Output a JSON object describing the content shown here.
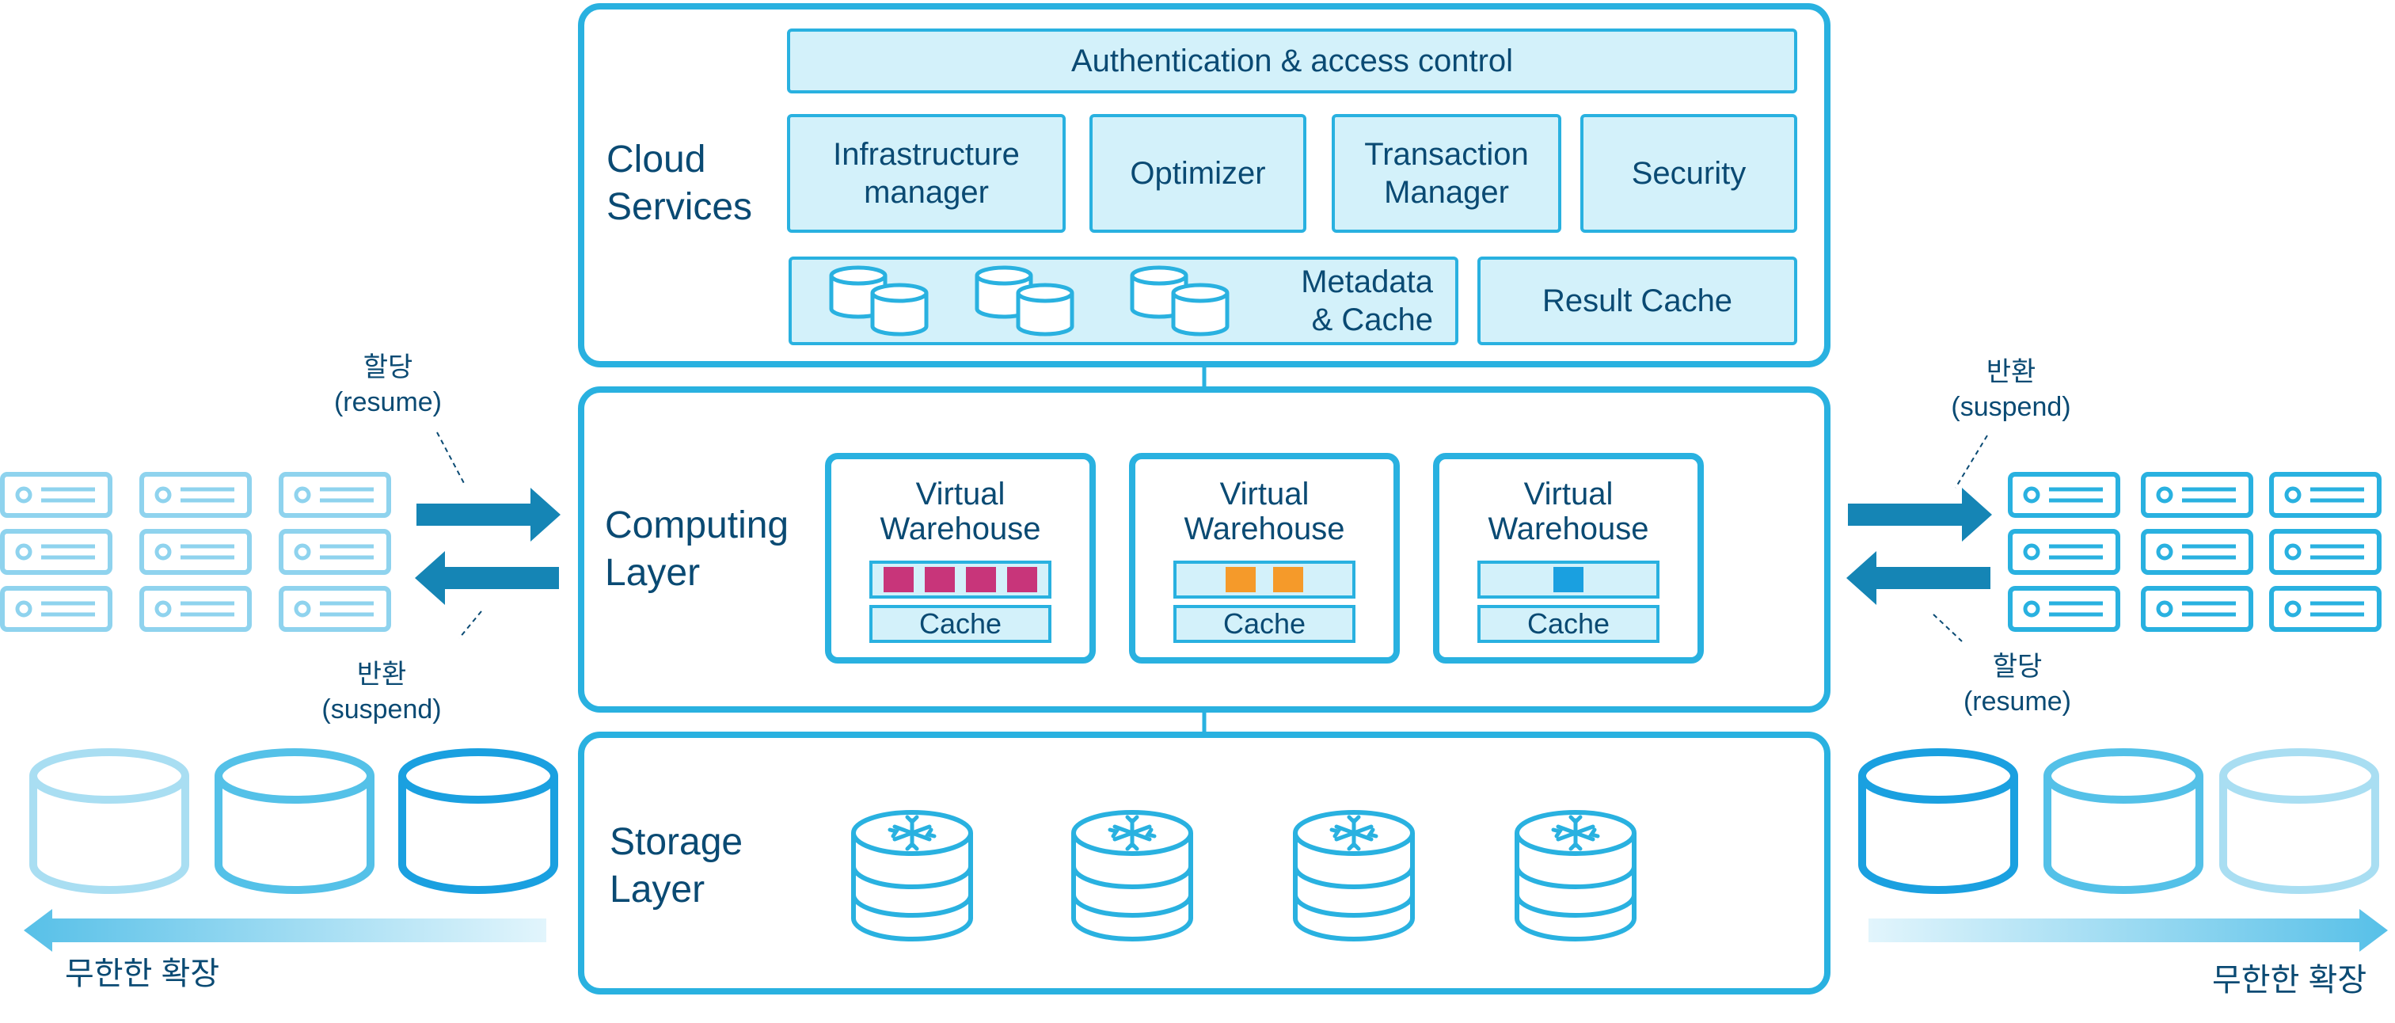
{
  "colors": {
    "accent": "#29b1e0",
    "light_fill": "#d3f1fa",
    "text": "#0a4a73",
    "arrow": "#1585b5",
    "magenta": "#c8357a",
    "orange": "#f59a2a",
    "blue_square": "#1aa0e0"
  },
  "cloud_services": {
    "label_line1": "Cloud",
    "label_line2": "Services",
    "auth": "Authentication & access control",
    "infra_line1": "Infrastructure",
    "infra_line2": "manager",
    "optimizer": "Optimizer",
    "tx_line1": "Transaction",
    "tx_line2": "Manager",
    "security": "Security",
    "metadata_line1": "Metadata",
    "metadata_line2": "& Cache",
    "result_cache": "Result Cache"
  },
  "computing": {
    "label_line1": "Computing",
    "label_line2": "Layer",
    "warehouses": [
      {
        "title_line1": "Virtual",
        "title_line2": "Warehouse",
        "cache": "Cache",
        "slots": 4,
        "slot_color": "magenta"
      },
      {
        "title_line1": "Virtual",
        "title_line2": "Warehouse",
        "cache": "Cache",
        "slots": 2,
        "slot_color": "orange"
      },
      {
        "title_line1": "Virtual",
        "title_line2": "Warehouse",
        "cache": "Cache",
        "slots": 1,
        "slot_color": "blue_square"
      }
    ]
  },
  "storage": {
    "label_line1": "Storage",
    "label_line2": "Layer",
    "disk_count": 4,
    "disk_icon": "snowflake-icon"
  },
  "left": {
    "allocate": "할당",
    "allocate_en": "(resume)",
    "release": "반환",
    "release_en": "(suspend)",
    "scale": "무한한 확장"
  },
  "right": {
    "release": "반환",
    "release_en": "(suspend)",
    "allocate": "할당",
    "allocate_en": "(resume)",
    "scale": "무한한 확장"
  }
}
